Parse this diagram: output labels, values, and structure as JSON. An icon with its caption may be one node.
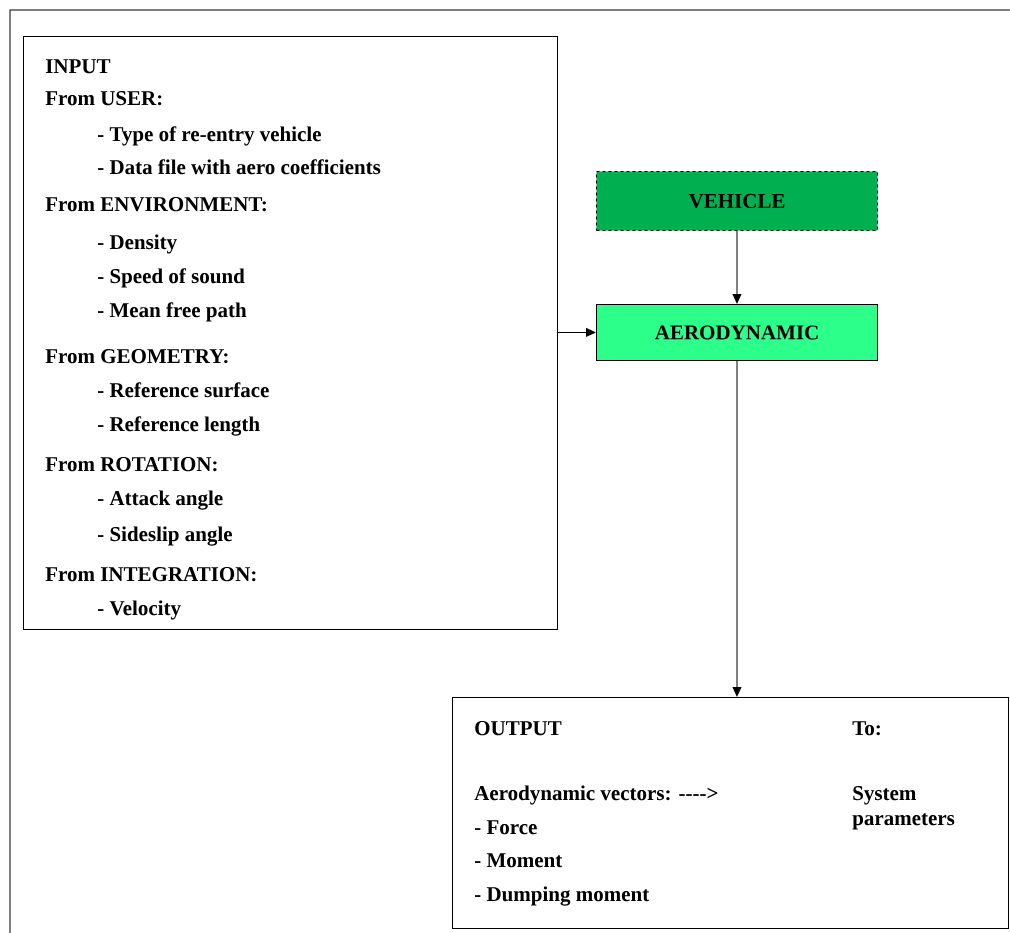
{
  "diagram": {
    "nodes": [
      {
        "text": [
          "INPUT",
          "From USER:",
          "- Type of re-entry vehicle",
          "- Data file with aero coefficients",
          "From ENVIRONMENT:",
          "- Density",
          "- Speed of sound",
          "- Mean free path",
          "From GEOMETRY:",
          "- Reference surface",
          "- Reference length",
          "From ROTATION:",
          "- Attack angle",
          "- Sideslip angle",
          "From INTEGRATION:",
          "- Velocity"
        ]
      },
      {
        "text": [
          "VEHICLE"
        ]
      },
      {
        "text": [
          "AERODYNAMIC"
        ]
      },
      {
        "text": [
          "OUTPUT",
          "Aerodynamic vectors: ---->",
          "- Force",
          "- Moment",
          "- Dumping moment",
          "To:",
          "System parameters"
        ]
      }
    ],
    "edges": [
      {
        "from": 1,
        "to": 2,
        "arrow": "to"
      },
      {
        "from": 0,
        "to": 2,
        "arrow": "to"
      },
      {
        "from": 2,
        "to": 3,
        "arrow": "to"
      }
    ]
  }
}
